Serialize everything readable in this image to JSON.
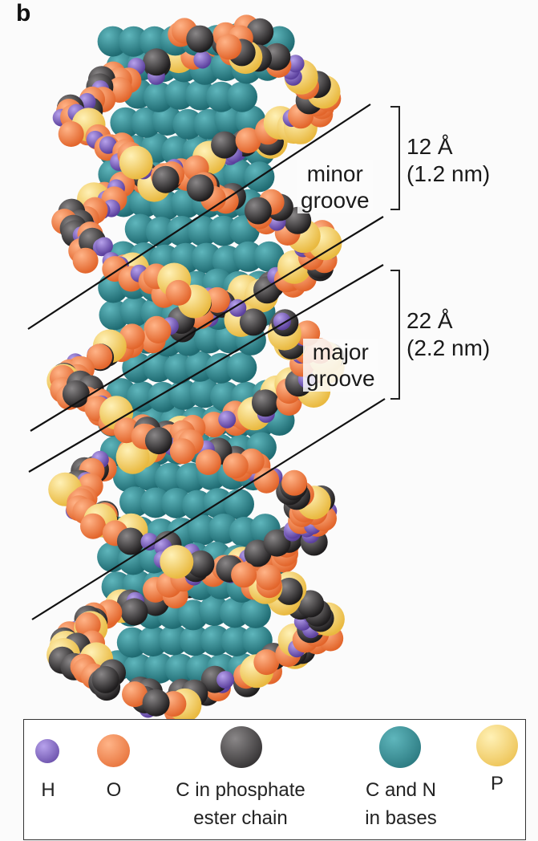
{
  "panel_label": "b",
  "colors": {
    "H": "#7d5fc0",
    "O": "#f5874a",
    "C_phosphate": "#3d3a3b",
    "C_N_bases": "#2f8a91",
    "P": "#f6d16a"
  },
  "grooves": {
    "minor": {
      "label_line1": "minor",
      "label_line2": "groove",
      "width_angstrom": "12 Å",
      "width_nm": "(1.2 nm)"
    },
    "major": {
      "label_line1": "major",
      "label_line2": "groove",
      "width_angstrom": "22 Å",
      "width_nm": "(2.2 nm)"
    }
  },
  "legend": {
    "items": [
      {
        "key": "H",
        "line1": "H",
        "line2": ""
      },
      {
        "key": "O",
        "line1": "O",
        "line2": ""
      },
      {
        "key": "C_phosphate",
        "line1": "C in phosphate",
        "line2": "ester chain"
      },
      {
        "key": "C_N_bases",
        "line1": "C and N",
        "line2": "in  bases"
      },
      {
        "key": "P",
        "line1": "P",
        "line2": ""
      }
    ]
  }
}
